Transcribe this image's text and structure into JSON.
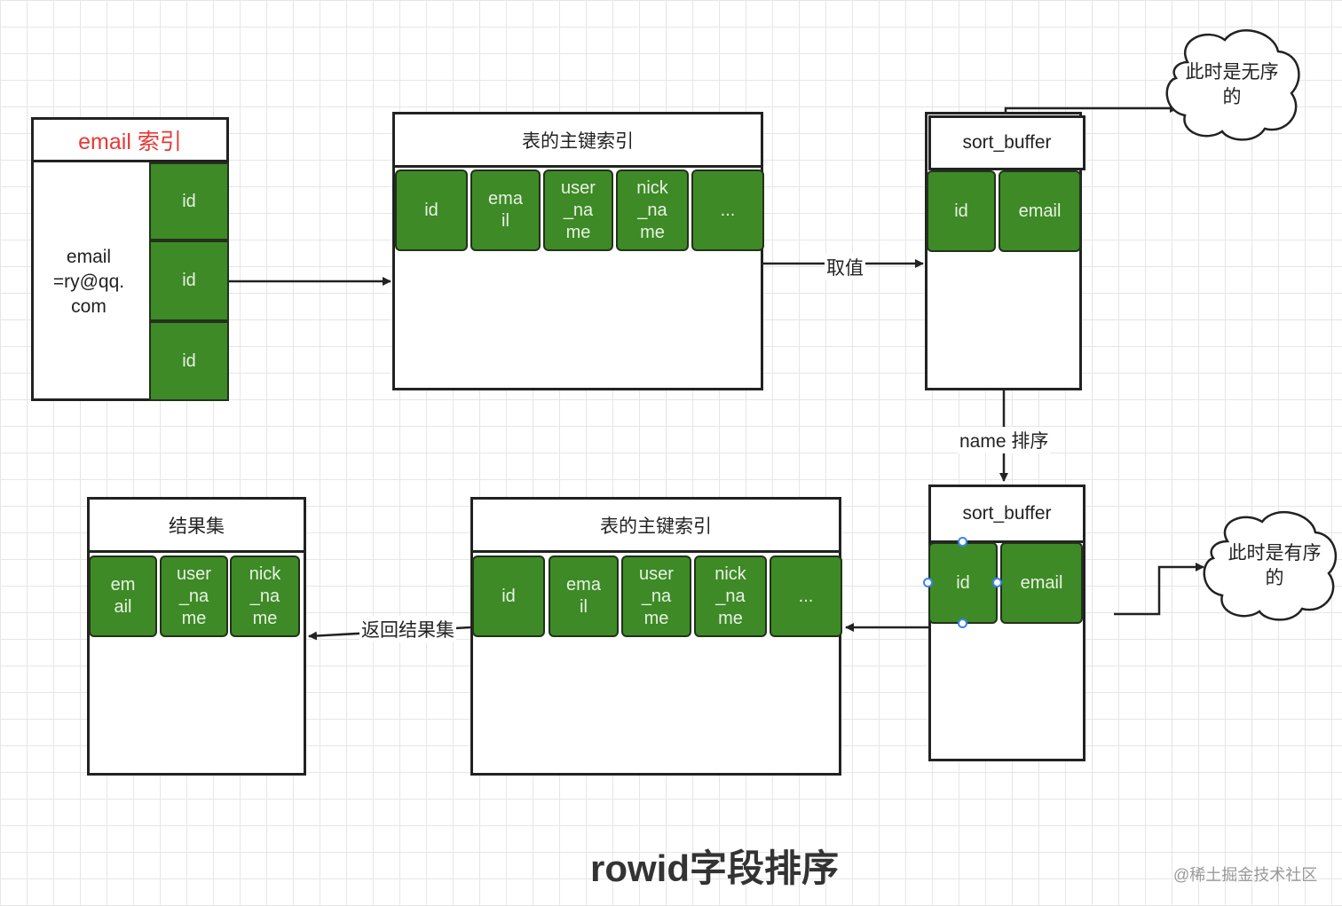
{
  "email_index": {
    "title": "email 索引",
    "title_color": "#e53935",
    "key_text": "email\n=ry@qq.\ncom",
    "ids": [
      "id",
      "id",
      "id"
    ]
  },
  "primary_index_top": {
    "title": "表的主键索引",
    "columns": [
      "id",
      "ema\nil",
      "user\n_na\nme",
      "nick\n_na\nme",
      "..."
    ]
  },
  "sort_buffer_top": {
    "title": "sort_buffer",
    "columns": [
      "id",
      "email"
    ]
  },
  "sort_buffer_bottom": {
    "title": "sort_buffer",
    "columns": [
      "id",
      "email"
    ]
  },
  "primary_index_bottom": {
    "title": "表的主键索引",
    "columns": [
      "id",
      "ema\nil",
      "user\n_na\nme",
      "nick\n_na\nme",
      "..."
    ]
  },
  "result_set": {
    "title": "结果集",
    "columns": [
      "em\nail",
      "user\n_na\nme",
      "nick\n_na\nme"
    ]
  },
  "labels": {
    "fetch": "取值",
    "sort_by_name": "name 排序",
    "return_result": "返回结果集"
  },
  "clouds": {
    "unordered": "此时是无序\n的",
    "ordered": "此时是有序\n的"
  },
  "diagram_title": "rowid字段排序",
  "watermark": "@稀土掘金技术社区",
  "colors": {
    "cell_green": "#3d8a26",
    "selection_blue": "#3b82f6"
  }
}
